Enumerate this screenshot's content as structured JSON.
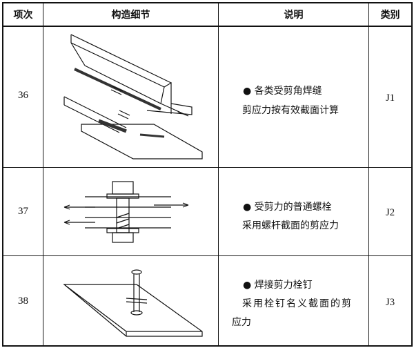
{
  "headers": {
    "item": "项次",
    "detail": "构造细节",
    "description": "说明",
    "category": "类别"
  },
  "rows": [
    {
      "item": "36",
      "desc_line1": "各类受剪角焊缝",
      "desc_line2": "剪应力按有效截面计算",
      "desc_line3": "",
      "category": "J1",
      "drawing": "fillet-weld-shear"
    },
    {
      "item": "37",
      "desc_line1": "受剪力的普通螺栓",
      "desc_line2": "采用螺杆截面的剪应力",
      "desc_line3": "",
      "category": "J2",
      "drawing": "bolt-shear"
    },
    {
      "item": "38",
      "desc_line1": "焊接剪力栓钉",
      "desc_line2": "采用栓钉名义截面的剪",
      "desc_line3": "应力",
      "category": "J3",
      "drawing": "shear-stud"
    }
  ]
}
